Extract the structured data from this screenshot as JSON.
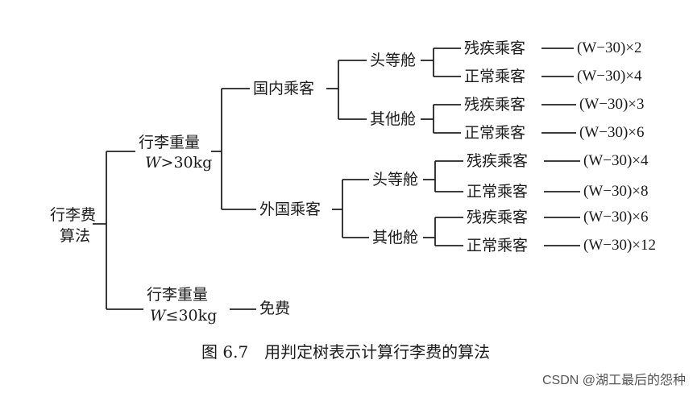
{
  "root": {
    "line1": "行李费",
    "line2": "算法"
  },
  "weight_heavy": {
    "line1": "行李重量",
    "line2_var": "W",
    "line2_rest": ">30kg"
  },
  "weight_light": {
    "line1": "行李重量",
    "line2_var": "W",
    "line2_rest": "≤30kg",
    "result": "免费"
  },
  "domestic": {
    "label": "国内乘客",
    "first_class": {
      "label": "头等舱",
      "disabled": {
        "label": "残疾乘客",
        "formula": "(W−30)×2"
      },
      "regular": {
        "label": "正常乘客",
        "formula": "(W−30)×4"
      }
    },
    "other_class": {
      "label": "其他舱",
      "disabled": {
        "label": "残疾乘客",
        "formula": "(W−30)×3"
      },
      "regular": {
        "label": "正常乘客",
        "formula": "(W−30)×6"
      }
    }
  },
  "foreign": {
    "label": "外国乘客",
    "first_class": {
      "label": "头等舱",
      "disabled": {
        "label": "残疾乘客",
        "formula": "(W−30)×4"
      },
      "regular": {
        "label": "正常乘客",
        "formula": "(W−30)×8"
      }
    },
    "other_class": {
      "label": "其他舱",
      "disabled": {
        "label": "残疾乘客",
        "formula": "(W−30)×6"
      },
      "regular": {
        "label": "正常乘客",
        "formula": "(W−30)×12"
      }
    }
  },
  "caption": "图 6.7　用判定树表示计算行李费的算法",
  "watermark": "CSDN @湖工最后的怨种"
}
